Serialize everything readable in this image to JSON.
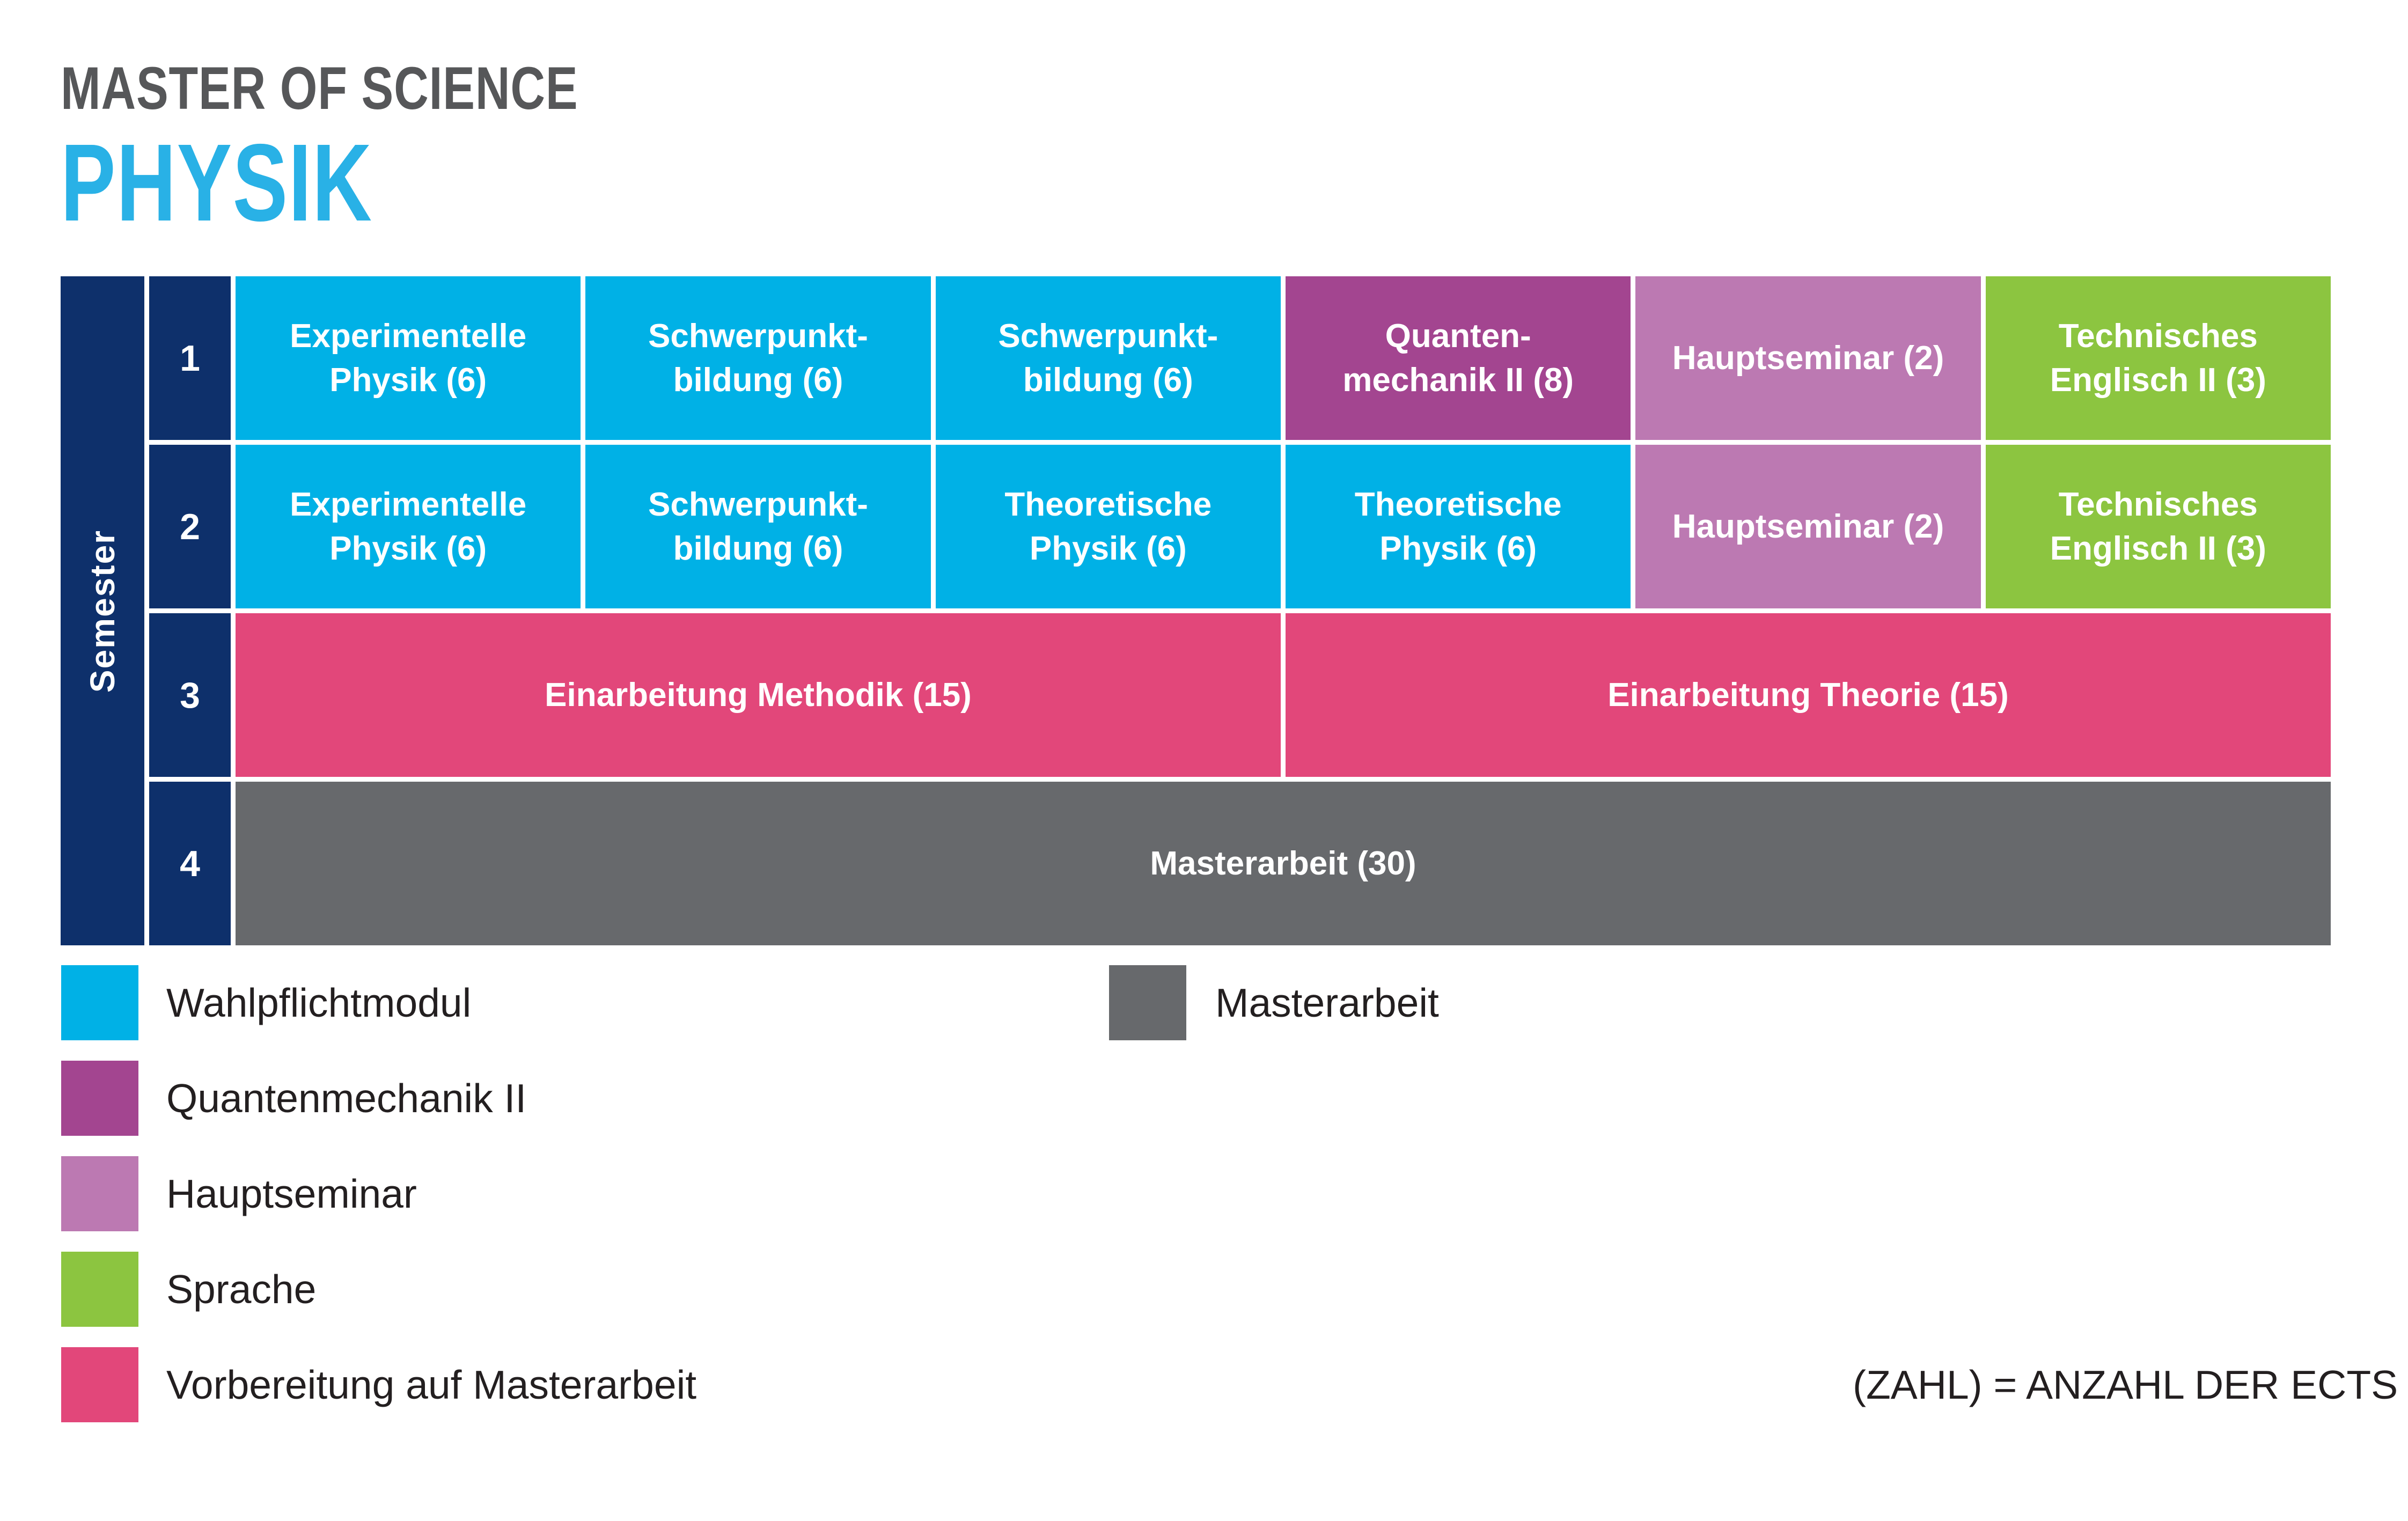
{
  "title": {
    "line1": "MASTER OF SCIENCE",
    "line2": "PHYSIK"
  },
  "semester_axis": {
    "label": "Semester"
  },
  "curriculum": {
    "rows": [
      {
        "semester": "1",
        "cells": [
          {
            "text": "Experimentelle\nPhysik (6)",
            "color": "cyan"
          },
          {
            "text": "Schwerpunkt-\nbildung (6)",
            "color": "cyan"
          },
          {
            "text": "Schwerpunkt-\nbildung (6)",
            "color": "cyan"
          },
          {
            "text": "Quanten-\nmechanik II (8)",
            "color": "magenta"
          },
          {
            "text": "Hauptseminar (2)",
            "color": "mauve"
          },
          {
            "text": "Technisches\nEnglisch II (3)",
            "color": "green"
          }
        ]
      },
      {
        "semester": "2",
        "cells": [
          {
            "text": "Experimentelle\nPhysik (6)",
            "color": "cyan"
          },
          {
            "text": "Schwerpunkt-\nbildung (6)",
            "color": "cyan"
          },
          {
            "text": "Theoretische\nPhysik (6)",
            "color": "cyan"
          },
          {
            "text": "Theoretische\nPhysik (6)",
            "color": "cyan"
          },
          {
            "text": "Hauptseminar (2)",
            "color": "mauve"
          },
          {
            "text": "Technisches\nEnglisch II (3)",
            "color": "green"
          }
        ]
      },
      {
        "semester": "3",
        "cells": [
          {
            "text": "Einarbeitung Methodik (15)",
            "color": "pink",
            "span": 3
          },
          {
            "text": "Einarbeitung Theorie (15)",
            "color": "pink",
            "span": 3
          }
        ]
      },
      {
        "semester": "4",
        "cells": [
          {
            "text": "Masterarbeit (30)",
            "color": "gray",
            "span": 6
          }
        ]
      }
    ]
  },
  "legend": {
    "left": [
      {
        "label": "Wahlpflichtmodul",
        "color": "cyan"
      },
      {
        "label": "Quantenmechanik II",
        "color": "magenta"
      },
      {
        "label": "Hauptseminar",
        "color": "mauve"
      },
      {
        "label": "Sprache",
        "color": "green"
      },
      {
        "label": "Vorbereitung auf Masterarbeit",
        "color": "pink"
      }
    ],
    "right": [
      {
        "label": "Masterarbeit",
        "color": "gray"
      }
    ]
  },
  "note": "(ZAHL) = ANZAHL DER ECTS",
  "colors": {
    "navy": "#0e306b",
    "cyan": "#00b1e6",
    "magenta": "#a34590",
    "mauve": "#bc79b2",
    "green": "#8cc540",
    "pink": "#e2477a",
    "gray": "#67696c",
    "title_gray": "#565759",
    "title_cyan": "#29b1e6",
    "text_dark": "#231f20"
  }
}
